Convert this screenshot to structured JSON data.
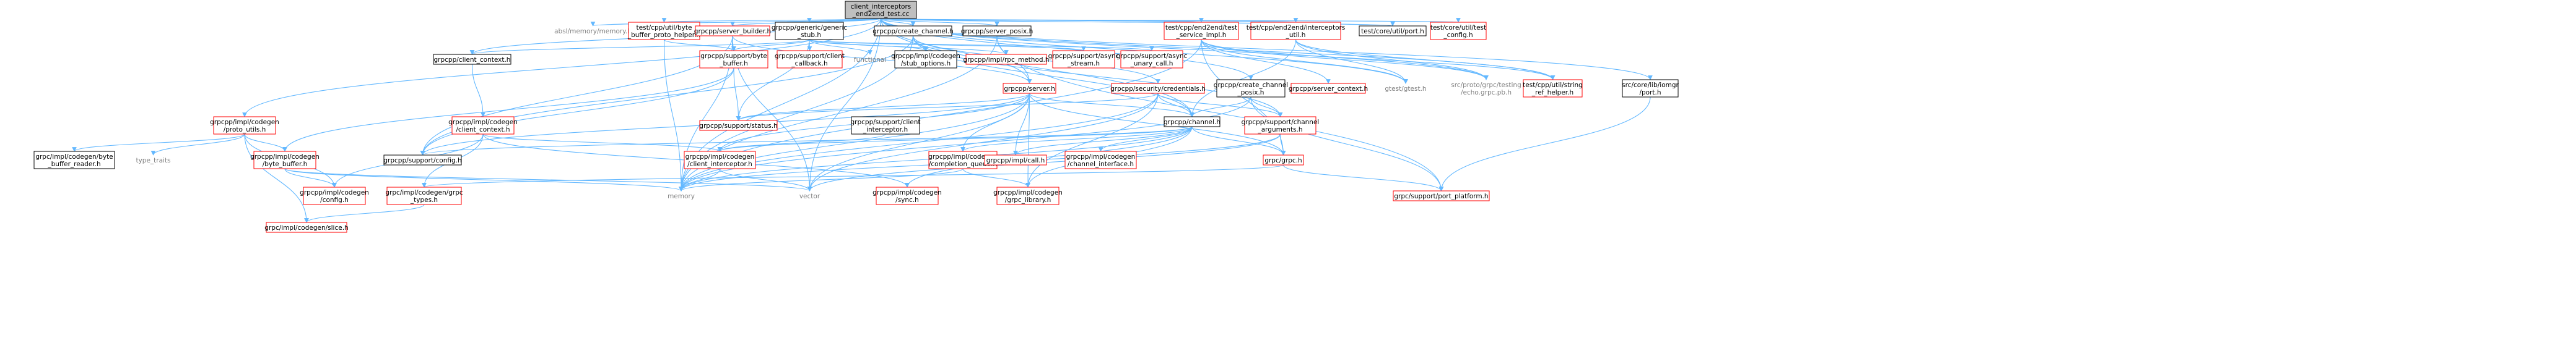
{
  "colors": {
    "root_fill": "#bfbfbf",
    "root_stroke": "#000000",
    "normal_stroke": "#000000",
    "red_stroke": "#ff0000",
    "red_text": "#ff0000",
    "gray_text": "#7f7f7f",
    "edge": "#63b8ff",
    "text": "#000000"
  },
  "nodes": [
    {
      "id": "root",
      "lines": [
        "client_interceptors",
        "_end2end_test.cc"
      ],
      "style": "root"
    },
    {
      "id": "absl",
      "lines": [
        "absl/memory/memory.h"
      ],
      "style": "plain"
    },
    {
      "id": "bytebuf_helper",
      "lines": [
        "test/cpp/util/byte",
        "_buffer_proto_helper.h"
      ],
      "style": "red"
    },
    {
      "id": "server_builder",
      "lines": [
        "grpcpp/server_builder.h"
      ],
      "style": "red"
    },
    {
      "id": "generic_stub",
      "lines": [
        "grpcpp/generic/generic",
        "_stub.h"
      ],
      "style": "normal"
    },
    {
      "id": "create_channel",
      "lines": [
        "grpcpp/create_channel.h"
      ],
      "style": "normal"
    },
    {
      "id": "server_posix",
      "lines": [
        "grpcpp/server_posix.h"
      ],
      "style": "normal"
    },
    {
      "id": "test_service_impl",
      "lines": [
        "test/cpp/end2end/test",
        "_service_impl.h"
      ],
      "style": "red"
    },
    {
      "id": "interceptors_util",
      "lines": [
        "test/cpp/end2end/interceptors",
        "_util.h"
      ],
      "style": "red"
    },
    {
      "id": "core_port",
      "lines": [
        "test/core/util/port.h"
      ],
      "style": "normal"
    },
    {
      "id": "core_test_config",
      "lines": [
        "test/core/util/test",
        "_config.h"
      ],
      "style": "red"
    },
    {
      "id": "client_context",
      "lines": [
        "grpcpp/client_context.h"
      ],
      "style": "normal"
    },
    {
      "id": "support_byte_buffer",
      "lines": [
        "grpcpp/support/byte",
        "_buffer.h"
      ],
      "style": "red"
    },
    {
      "id": "client_callback",
      "lines": [
        "grpcpp/support/client",
        "_callback.h"
      ],
      "style": "red"
    },
    {
      "id": "functional",
      "lines": [
        "functional"
      ],
      "style": "plain"
    },
    {
      "id": "stub_options",
      "lines": [
        "grpcpp/impl/codegen",
        "/stub_options.h"
      ],
      "style": "normal"
    },
    {
      "id": "rpc_method",
      "lines": [
        "grpcpp/impl/rpc_method.h"
      ],
      "style": "red"
    },
    {
      "id": "async_stream",
      "lines": [
        "grpcpp/support/async",
        "_stream.h"
      ],
      "style": "red"
    },
    {
      "id": "async_unary",
      "lines": [
        "grpcpp/support/async",
        "_unary_call.h"
      ],
      "style": "red"
    },
    {
      "id": "server_h",
      "lines": [
        "grpcpp/server.h"
      ],
      "style": "red"
    },
    {
      "id": "security_credentials",
      "lines": [
        "grpcpp/security/credentials.h"
      ],
      "style": "red"
    },
    {
      "id": "create_channel_posix",
      "lines": [
        "grpcpp/create_channel",
        "_posix.h"
      ],
      "style": "normal"
    },
    {
      "id": "server_context",
      "lines": [
        "grpcpp/server_context.h"
      ],
      "style": "red"
    },
    {
      "id": "gtest",
      "lines": [
        "gtest/gtest.h"
      ],
      "style": "plain"
    },
    {
      "id": "echo_pb",
      "lines": [
        "src/proto/grpc/testing",
        "/echo.grpc.pb.h"
      ],
      "style": "plain"
    },
    {
      "id": "string_ref_helper",
      "lines": [
        "test/cpp/util/string",
        "_ref_helper.h"
      ],
      "style": "red"
    },
    {
      "id": "libuv_port",
      "lines": [
        "src/core/lib/iomgr",
        "/port.h"
      ],
      "style": "normal"
    },
    {
      "id": "proto_utils",
      "lines": [
        "grpcpp/impl/codegen",
        "/proto_utils.h"
      ],
      "style": "red"
    },
    {
      "id": "impl_client_context",
      "lines": [
        "grpcpp/impl/codegen",
        "/client_context.h"
      ],
      "style": "red"
    },
    {
      "id": "support_status",
      "lines": [
        "grpcpp/support/status.h"
      ],
      "style": "red"
    },
    {
      "id": "client_interceptor_support",
      "lines": [
        "grpcpp/support/client",
        "_interceptor.h"
      ],
      "style": "normal"
    },
    {
      "id": "channel_h",
      "lines": [
        "grpcpp/channel.h"
      ],
      "style": "normal"
    },
    {
      "id": "channel_arguments",
      "lines": [
        "grpcpp/support/channel",
        "_arguments.h"
      ],
      "style": "red"
    },
    {
      "id": "byte_buffer_reader",
      "lines": [
        "grpc/impl/codegen/byte",
        "_buffer_reader.h"
      ],
      "style": "normal"
    },
    {
      "id": "type_traits",
      "lines": [
        "type_traits"
      ],
      "style": "plain"
    },
    {
      "id": "codegen_byte_buffer",
      "lines": [
        "grpcpp/impl/codegen",
        "/byte_buffer.h"
      ],
      "style": "red"
    },
    {
      "id": "support_config",
      "lines": [
        "grpcpp/support/config.h"
      ],
      "style": "normal"
    },
    {
      "id": "codegen_client_interceptor",
      "lines": [
        "grpcpp/impl/codegen",
        "/client_interceptor.h"
      ],
      "style": "red"
    },
    {
      "id": "completion_queue",
      "lines": [
        "grpcpp/impl/codegen",
        "/completion_queue.h"
      ],
      "style": "red"
    },
    {
      "id": "impl_call",
      "lines": [
        "grpcpp/impl/call.h"
      ],
      "style": "red"
    },
    {
      "id": "channel_interface",
      "lines": [
        "grpcpp/impl/codegen",
        "/channel_interface.h"
      ],
      "style": "red"
    },
    {
      "id": "grpc_h",
      "lines": [
        "grpc/grpc.h"
      ],
      "style": "red"
    },
    {
      "id": "codegen_config",
      "lines": [
        "grpcpp/impl/codegen",
        "/config.h"
      ],
      "style": "red"
    },
    {
      "id": "grpc_types",
      "lines": [
        "grpc/impl/codegen/grpc",
        "_types.h"
      ],
      "style": "red"
    },
    {
      "id": "memory",
      "lines": [
        "memory"
      ],
      "style": "plain"
    },
    {
      "id": "vector",
      "lines": [
        "vector"
      ],
      "style": "plain"
    },
    {
      "id": "codegen_sync",
      "lines": [
        "grpcpp/impl/codegen",
        "/sync.h"
      ],
      "style": "red"
    },
    {
      "id": "grpc_library",
      "lines": [
        "grpcpp/impl/codegen",
        "/grpc_library.h"
      ],
      "style": "red"
    },
    {
      "id": "port_platform",
      "lines": [
        "grpc/support/port_platform.h"
      ],
      "style": "red"
    },
    {
      "id": "slice",
      "lines": [
        "grpc/impl/codegen/slice.h"
      ],
      "style": "red"
    }
  ],
  "edges": [
    [
      "root",
      "absl"
    ],
    [
      "root",
      "bytebuf_helper"
    ],
    [
      "root",
      "server_builder"
    ],
    [
      "root",
      "generic_stub"
    ],
    [
      "root",
      "create_channel"
    ],
    [
      "root",
      "server_posix"
    ],
    [
      "root",
      "test_service_impl"
    ],
    [
      "root",
      "interceptors_util"
    ],
    [
      "root",
      "core_port"
    ],
    [
      "root",
      "core_test_config"
    ],
    [
      "root",
      "string_ref_helper"
    ],
    [
      "root",
      "echo_pb"
    ],
    [
      "root",
      "gtest"
    ],
    [
      "root",
      "libuv_port"
    ],
    [
      "root",
      "client_context"
    ],
    [
      "root",
      "proto_utils"
    ],
    [
      "root",
      "server_h"
    ],
    [
      "root",
      "channel_h"
    ],
    [
      "root",
      "memory"
    ],
    [
      "root",
      "vector"
    ],
    [
      "root",
      "create_channel_posix"
    ],
    [
      "bytebuf_helper",
      "support_byte_buffer"
    ],
    [
      "bytebuf_helper",
      "memory"
    ],
    [
      "server_builder",
      "server_h"
    ],
    [
      "server_builder",
      "memory"
    ],
    [
      "server_builder",
      "vector"
    ],
    [
      "server_builder",
      "support_config"
    ],
    [
      "generic_stub",
      "client_context"
    ],
    [
      "generic_stub",
      "support_byte_buffer"
    ],
    [
      "generic_stub",
      "client_callback"
    ],
    [
      "generic_stub",
      "functional"
    ],
    [
      "generic_stub",
      "stub_options"
    ],
    [
      "generic_stub",
      "rpc_method"
    ],
    [
      "generic_stub",
      "async_stream"
    ],
    [
      "generic_stub",
      "async_unary"
    ],
    [
      "generic_stub",
      "support_status"
    ],
    [
      "create_channel",
      "security_credentials"
    ],
    [
      "create_channel",
      "channel_h"
    ],
    [
      "create_channel",
      "channel_arguments"
    ],
    [
      "create_channel",
      "memory"
    ],
    [
      "create_channel",
      "support_config"
    ],
    [
      "server_posix",
      "server_h"
    ],
    [
      "server_posix",
      "memory"
    ],
    [
      "server_posix",
      "port_platform"
    ],
    [
      "test_service_impl",
      "server_context"
    ],
    [
      "test_service_impl",
      "gtest"
    ],
    [
      "test_service_impl",
      "echo_pb"
    ],
    [
      "test_service_impl",
      "string_ref_helper"
    ],
    [
      "test_service_impl",
      "grpc_h"
    ],
    [
      "test_service_impl",
      "memory"
    ],
    [
      "interceptors_util",
      "gtest"
    ],
    [
      "interceptors_util",
      "echo_pb"
    ],
    [
      "interceptors_util",
      "string_ref_helper"
    ],
    [
      "interceptors_util",
      "channel_h"
    ],
    [
      "libuv_port",
      "port_platform"
    ],
    [
      "client_context",
      "impl_client_context"
    ],
    [
      "support_byte_buffer",
      "codegen_byte_buffer"
    ],
    [
      "support_byte_buffer",
      "support_config"
    ],
    [
      "support_byte_buffer",
      "support_status"
    ],
    [
      "server_h",
      "support_status"
    ],
    [
      "server_h",
      "channel_h"
    ],
    [
      "server_h",
      "completion_queue"
    ],
    [
      "server_h",
      "codegen_client_interceptor"
    ],
    [
      "server_h",
      "impl_call"
    ],
    [
      "server_h",
      "grpc_h"
    ],
    [
      "server_h",
      "memory"
    ],
    [
      "server_h",
      "vector"
    ],
    [
      "server_h",
      "grpc_library"
    ],
    [
      "server_h",
      "support_config"
    ],
    [
      "security_credentials",
      "channel_h"
    ],
    [
      "security_credentials",
      "channel_arguments"
    ],
    [
      "security_credentials",
      "support_status"
    ],
    [
      "security_credentials",
      "grpc_library"
    ],
    [
      "security_credentials",
      "memory"
    ],
    [
      "security_credentials",
      "vector"
    ],
    [
      "create_channel_posix",
      "channel_h"
    ],
    [
      "create_channel_posix",
      "channel_arguments"
    ],
    [
      "create_channel_posix",
      "memory"
    ],
    [
      "create_channel_posix",
      "port_platform"
    ],
    [
      "proto_utils",
      "codegen_byte_buffer"
    ],
    [
      "proto_utils",
      "byte_buffer_reader"
    ],
    [
      "proto_utils",
      "type_traits"
    ],
    [
      "proto_utils",
      "slice"
    ],
    [
      "proto_utils",
      "codegen_config"
    ],
    [
      "impl_client_context",
      "codegen_client_interceptor"
    ],
    [
      "impl_client_context",
      "codegen_config"
    ],
    [
      "impl_client_context",
      "codegen_sync"
    ],
    [
      "impl_client_context",
      "grpc_types"
    ],
    [
      "client_interceptor_support",
      "codegen_client_interceptor"
    ],
    [
      "channel_h",
      "codegen_client_interceptor"
    ],
    [
      "channel_h",
      "completion_queue"
    ],
    [
      "channel_h",
      "impl_call"
    ],
    [
      "channel_h",
      "channel_interface"
    ],
    [
      "channel_h",
      "grpc_h"
    ],
    [
      "channel_h",
      "memory"
    ],
    [
      "channel_h",
      "grpc_library"
    ],
    [
      "channel_h",
      "support_config"
    ],
    [
      "channel_h",
      "codegen_sync"
    ],
    [
      "channel_arguments",
      "grpc_h"
    ],
    [
      "channel_arguments",
      "memory"
    ],
    [
      "channel_arguments",
      "vector"
    ],
    [
      "codegen_byte_buffer",
      "codegen_config"
    ],
    [
      "codegen_byte_buffer",
      "memory"
    ],
    [
      "codegen_byte_buffer",
      "vector"
    ],
    [
      "codegen_client_interceptor",
      "memory"
    ],
    [
      "codegen_client_interceptor",
      "vector"
    ],
    [
      "completion_queue",
      "memory"
    ],
    [
      "completion_queue",
      "grpc_library"
    ],
    [
      "grpc_h",
      "port_platform"
    ],
    [
      "grpc_h",
      "grpc_types"
    ],
    [
      "grpc_types",
      "slice"
    ]
  ]
}
